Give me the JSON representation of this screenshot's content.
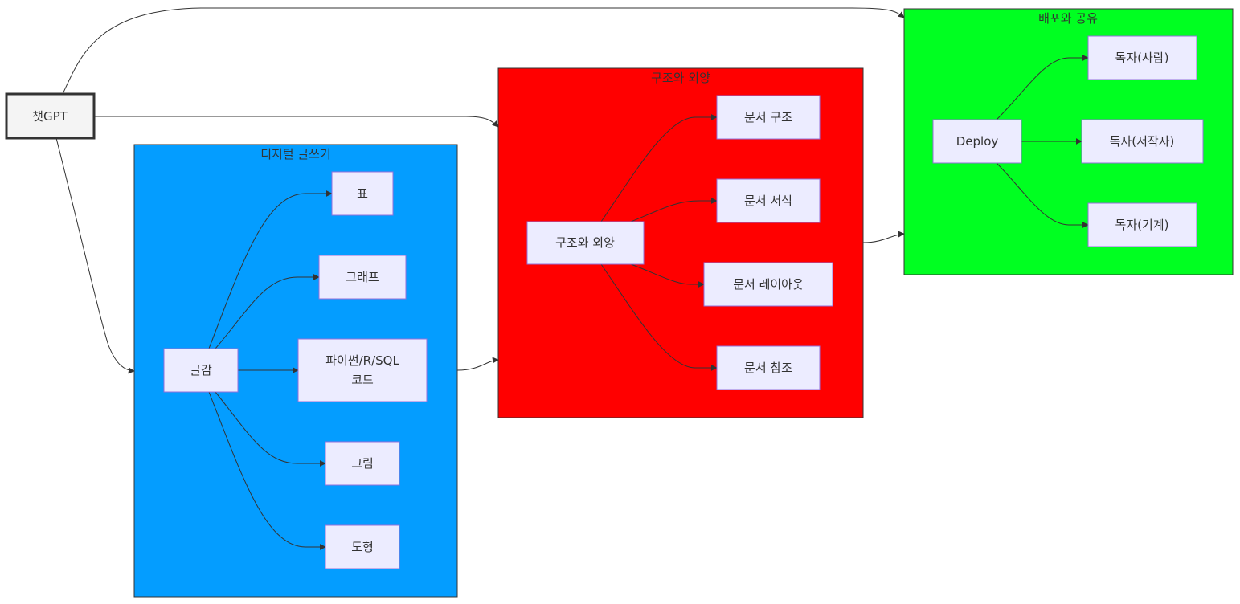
{
  "colors": {
    "cluster_digital": "#049dff",
    "cluster_structure": "#ff0000",
    "cluster_deploy": "#00ff21",
    "node_fill": "#ECECFF",
    "node_stroke": "#9370DB",
    "chatgpt_fill": "#f4f4f4",
    "chatgpt_stroke": "#333333",
    "edge": "#333333"
  },
  "clusters": {
    "digital": {
      "title": "디지털 글쓰기"
    },
    "structure": {
      "title": "구조와 외양"
    },
    "deploy": {
      "title": "배포와 공유"
    }
  },
  "nodes": {
    "chatgpt": "챗GPT",
    "geulgam": "글감",
    "table": "표",
    "graph": "그래프",
    "code_line1": "파이썬/R/SQL",
    "code_line2": "코드",
    "figure": "그림",
    "shape": "도형",
    "structure_appearance": "구조와 외양",
    "doc_structure": "문서 구조",
    "doc_format": "문서 서식",
    "doc_layout": "문서 레이아웃",
    "doc_reference": "문서 참조",
    "deploy": "Deploy",
    "reader_human": "독자(사람)",
    "reader_author": "독자(저작자)",
    "reader_machine": "독자(기계)"
  }
}
